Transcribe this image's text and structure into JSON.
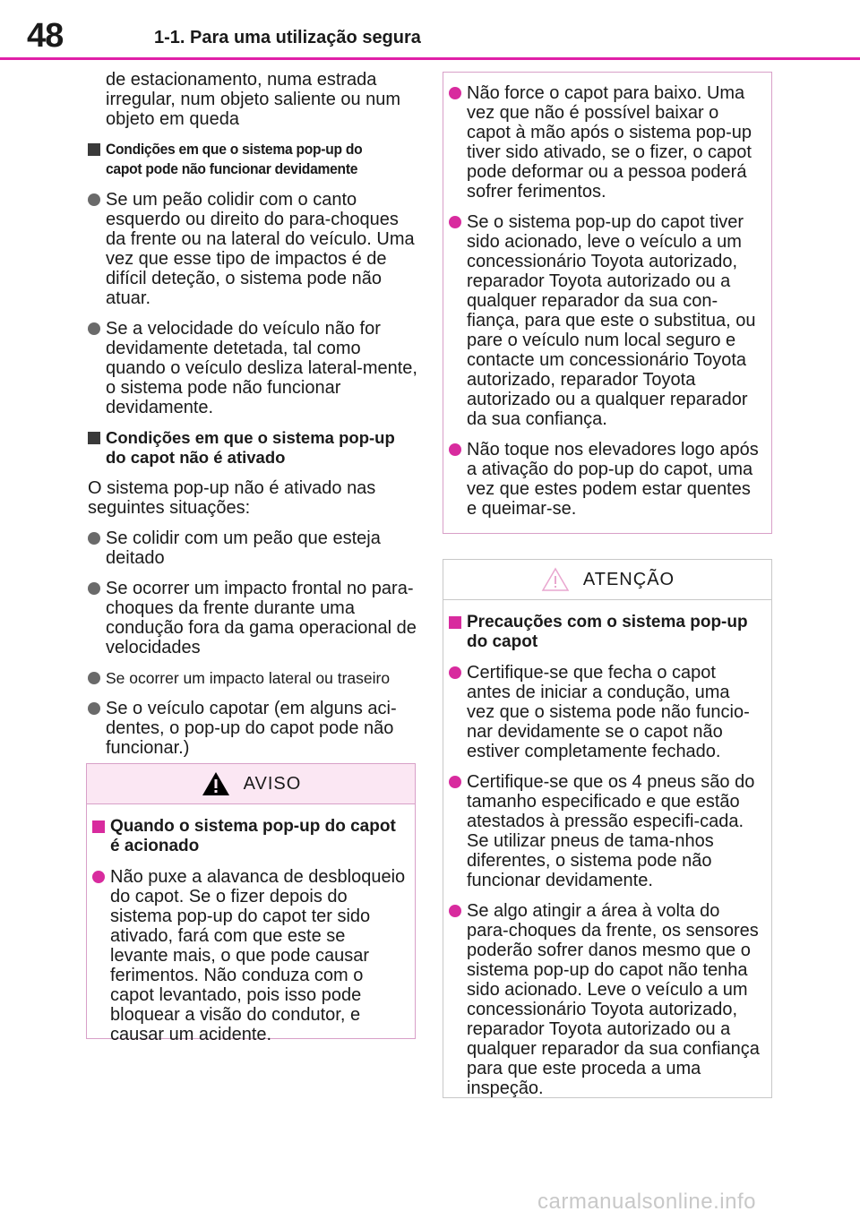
{
  "header": {
    "page_number": "48",
    "section_title": "1-1. Para uma utilização segura"
  },
  "left": {
    "intro": "de estacionamento, numa estrada irregular, num objeto saliente ou num objeto em queda",
    "section1": {
      "heading": "Condições em que o sistema pop-up do capot pode não funcionar devidamente",
      "bullets": [
        "Se um peão colidir com o canto esquerdo ou direito do para-choques da frente ou na lateral do veículo. Uma vez que esse tipo de impactos é de difícil deteção, o sistema pode não atuar.",
        "Se a velocidade do veículo não for devidamente detetada, tal como quando o veículo desliza lateral-mente, o sistema pode não funcionar devidamente."
      ]
    },
    "section2": {
      "heading": "Condições em que o sistema pop-up do capot não é ativado",
      "text": "O sistema pop-up não é ativado nas seguintes situações:",
      "bullets": [
        "Se colidir com um peão que esteja deitado",
        "Se ocorrer um impacto frontal no para-choques da frente durante uma condução fora da gama operacional de velocidades",
        "Se ocorrer um impacto lateral ou traseiro",
        "Se o veículo capotar (em alguns aci-dentes, o pop-up do capot pode não funcionar.)"
      ]
    },
    "aviso": {
      "label": "AVISO",
      "heading": "Quando o sistema pop-up do capot é acionado",
      "bullets": [
        "Não puxe a alavanca de desbloqueio do capot. Se o fizer depois do sistema pop-up do capot ter sido ativado, fará com que este se levante mais, o que pode causar ferimentos. Não conduza com o capot levantado, pois isso pode bloquear a visão do condutor, e causar um acidente."
      ]
    }
  },
  "right": {
    "continued_box": {
      "bullets": [
        "Não force o capot para baixo. Uma vez que não é possível baixar o capot à mão após o sistema pop-up tiver sido ativado, se o fizer, o capot pode deformar ou a pessoa poderá sofrer ferimentos.",
        "Se o sistema pop-up do capot tiver sido acionado, leve o veículo a um concessionário Toyota autorizado, reparador Toyota autorizado ou a qualquer reparador da sua con-fiança, para que este o substitua, ou pare o veículo num local seguro e contacte um concessionário Toyota autorizado, reparador Toyota autorizado ou a qualquer reparador da sua confiança.",
        "Não toque nos elevadores logo após a ativação do pop-up do capot, uma vez que estes podem estar quentes e queimar-se."
      ]
    },
    "atencao": {
      "label": "ATENÇÃO",
      "heading": "Precauções com o sistema pop-up do capot",
      "bullets": [
        "Certifique-se que fecha o capot antes de iniciar a condução, uma vez que o sistema pode não funcio-nar devidamente se o capot não estiver completamente fechado.",
        "Certifique-se que os 4 pneus são do tamanho especificado e que estão atestados à pressão especifi-cada. Se utilizar pneus de tama-nhos diferentes, o sistema pode não funcionar devidamente.",
        "Se algo atingir a área à volta do para-choques da frente, os sensores poderão sofrer danos mesmo que o sistema pop-up do capot não tenha sido acionado. Leve o veículo a um concessionário Toyota autorizado, reparador Toyota autorizado ou a qualquer reparador da sua confiança para que este proceda a uma inspeção."
      ]
    }
  },
  "footer": {
    "watermark": "carmanualsonline.info"
  },
  "colors": {
    "accent": "#e020a8",
    "aviso_header_bg": "#fbe7f3",
    "aviso_border": "#d8a0c8",
    "atencao_border": "#c8c8c8"
  }
}
